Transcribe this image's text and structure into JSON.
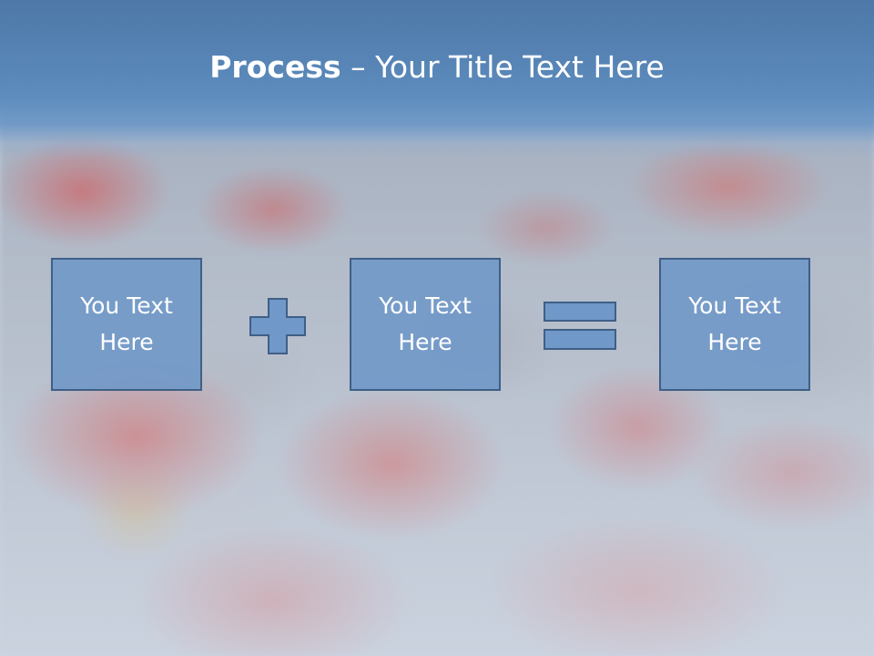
{
  "slide": {
    "title_bold": "Process",
    "title_rest": " – Your Title Text Here",
    "accent_color": "#7098c8",
    "border_color": "#3f5f86"
  },
  "process": {
    "boxes": [
      {
        "text": "You Text Here"
      },
      {
        "text": "You Text Here"
      },
      {
        "text": "You Text Here"
      }
    ],
    "operators": [
      "plus-icon",
      "equals-icon"
    ]
  }
}
